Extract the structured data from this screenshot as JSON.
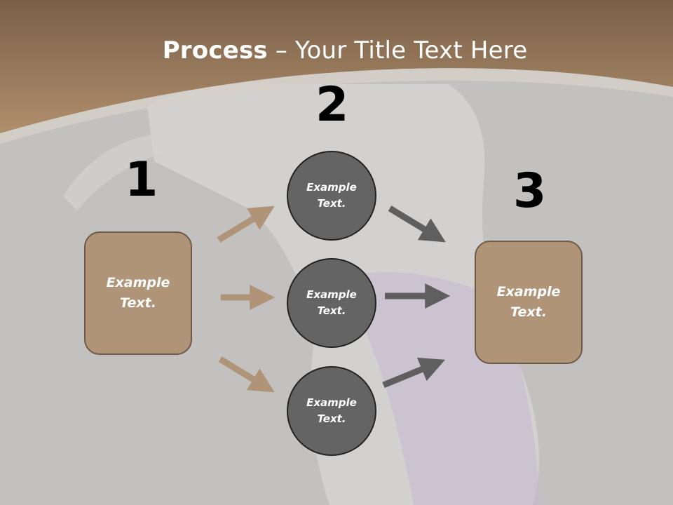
{
  "slide": {
    "title_bold": "Process",
    "title_rest": " – Your Title Text Here",
    "step_numbers": [
      "1",
      "2",
      "3"
    ],
    "left_box_text": "Example\nText.",
    "circles": [
      {
        "text": "Example\nText."
      },
      {
        "text": "Example\nText."
      },
      {
        "text": "Example\nText."
      }
    ],
    "right_box_text": "Example\nText."
  },
  "colors": {
    "header_band": "#9b7a5c",
    "box_fill": "#b09478",
    "circle_fill": "#646464",
    "arrow_tan": "#b09478",
    "arrow_gray": "#5f5f5f"
  }
}
